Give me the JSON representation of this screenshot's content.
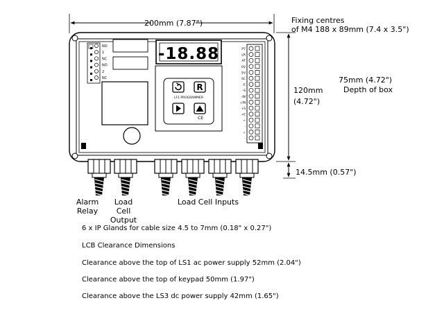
{
  "dimensions": {
    "width": "200mm  (7.87\")",
    "fixing_line1": "Fixing centres",
    "fixing_line2": "of M4 188 x 89mm  (7.4 x 3.5\")",
    "height_mm": "120mm",
    "height_in": "(4.72\")",
    "depth_line1": "75mm  (4.72\")",
    "depth_line2": "Depth of box",
    "gland_height": "14.5mm  (0.57\")"
  },
  "display": {
    "value": "-18.88"
  },
  "keypad": {
    "title": "LF1 PROGRAMMER",
    "ce_mark": "CE"
  },
  "relay_terminals": [
    "NO",
    "1",
    "NC",
    "NO",
    "2",
    "NC"
  ],
  "right_terminals": [
    "P7",
    "LR",
    "AT",
    "0V",
    "5V",
    "SC",
    "-E",
    "-S",
    "-IN",
    "+IN",
    "+S",
    "+E",
    "+",
    "-",
    "+",
    "-"
  ],
  "labels": {
    "alarm_relay_1": "Alarm",
    "alarm_relay_2": "Relay",
    "load_cell_output_1": "Load",
    "load_cell_output_2": "Cell",
    "load_cell_output_3": "Output",
    "load_cell_inputs": "Load Cell Inputs"
  },
  "notes": [
    "6 x IP Glands for cable size 4.5 to 7mm  (0.18\" x 0.27\")",
    "LCB Clearance Dimensions",
    "Clearance above the top of LS1 ac power supply 52mm (2.04\")",
    "Clearance above the top of keypad 50mm (1.97\")",
    "Clearance above the LS3 dc power supply 42mm (1.65\")"
  ]
}
